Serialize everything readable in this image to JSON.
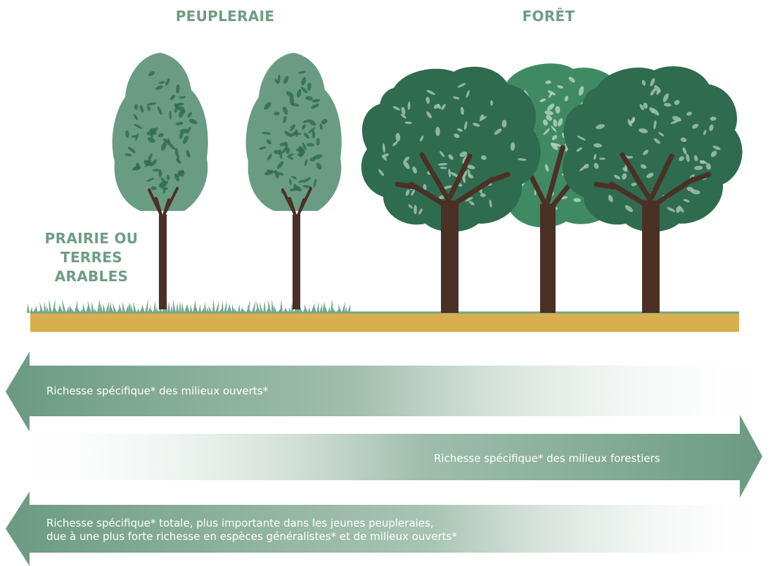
{
  "labels": {
    "peupleraie": "PEUPLERAIE",
    "foret": "FORÊT",
    "prairie": "PRAIRIE OU TERRES ARABLES"
  },
  "arrows": {
    "open": {
      "text": "Richesse spécifique* des milieux ouverts*",
      "direction": "left"
    },
    "forest": {
      "text": "Richesse spécifique* des milieux forestiers",
      "direction": "right"
    },
    "total": {
      "line1": "Richesse spécifique* totale, plus importante dans les jeunes peupleraies,",
      "line2": "due à une plus forte richesse en espèces généralistes* et de milieux ouverts*",
      "direction": "left"
    }
  },
  "colors": {
    "label_green": "#6e9d84",
    "arrow_green": "#6a9a80",
    "poplar_leaf": "#6a9c83",
    "forest_dark": "#2f6b4e",
    "forest_mid": "#3f8a63",
    "trunk": "#4b3026",
    "grass": "#75a78b",
    "soil": "#d9ae4f"
  }
}
